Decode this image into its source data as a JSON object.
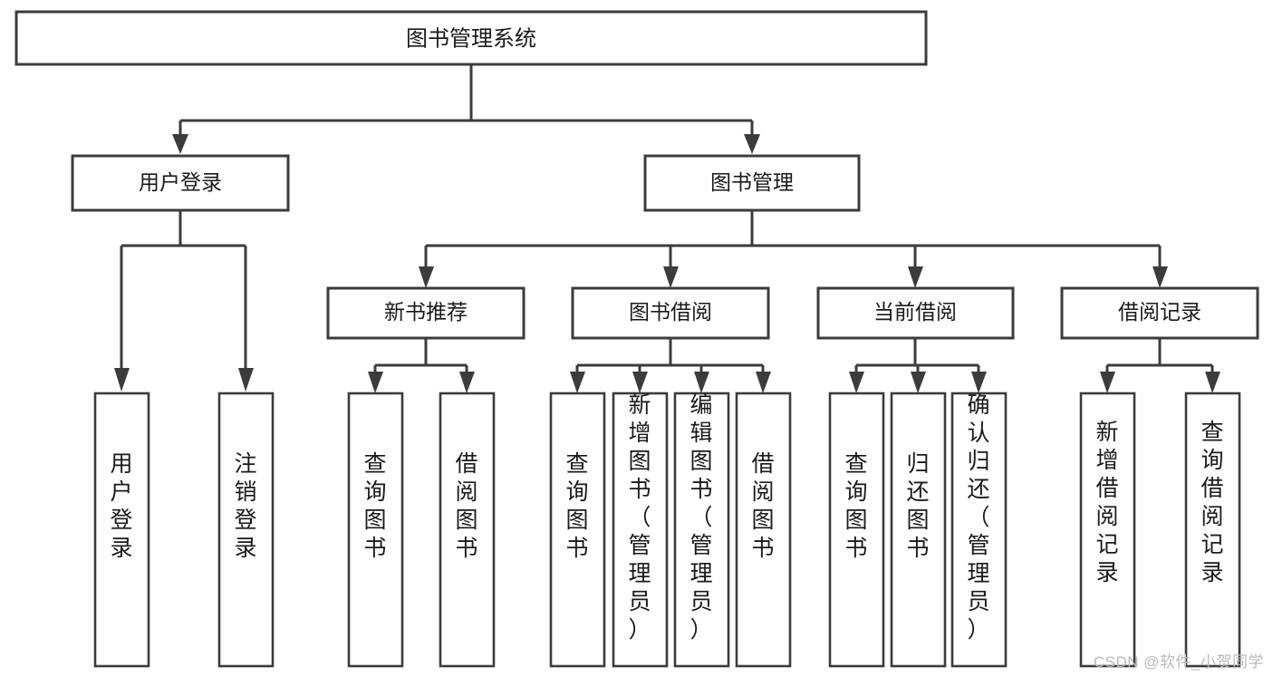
{
  "diagram": {
    "type": "tree-hierarchy",
    "title": "图书管理系统",
    "root": {
      "id": "root",
      "label": "图书管理系统"
    },
    "level1": [
      {
        "id": "user-login",
        "label": "用户登录"
      },
      {
        "id": "book-manage",
        "label": "图书管理"
      }
    ],
    "level2": [
      {
        "id": "new-book-rec",
        "label": "新书推荐",
        "parent": "book-manage"
      },
      {
        "id": "book-borrow",
        "label": "图书借阅",
        "parent": "book-manage"
      },
      {
        "id": "current-borrow",
        "label": "当前借阅",
        "parent": "book-manage"
      },
      {
        "id": "borrow-record",
        "label": "借阅记录",
        "parent": "book-manage"
      }
    ],
    "leaves": [
      {
        "id": "leaf-user-login",
        "label": "用户登录",
        "parent": "user-login"
      },
      {
        "id": "leaf-user-logout",
        "label": "注销登录",
        "parent": "user-login"
      },
      {
        "id": "leaf-query-book-1",
        "label": "查询图书",
        "parent": "new-book-rec"
      },
      {
        "id": "leaf-borrow-book-1",
        "label": "借阅图书",
        "parent": "new-book-rec"
      },
      {
        "id": "leaf-query-book-2",
        "label": "查询图书",
        "parent": "book-borrow"
      },
      {
        "id": "leaf-add-book",
        "label": "新增图书（管理员）",
        "parent": "book-borrow"
      },
      {
        "id": "leaf-edit-book",
        "label": "编辑图书（管理员）",
        "parent": "book-borrow"
      },
      {
        "id": "leaf-borrow-book-2",
        "label": "借阅图书",
        "parent": "book-borrow"
      },
      {
        "id": "leaf-query-book-3",
        "label": "查询图书",
        "parent": "current-borrow"
      },
      {
        "id": "leaf-return-book",
        "label": "归还图书",
        "parent": "current-borrow"
      },
      {
        "id": "leaf-confirm-return",
        "label": "确认归还（管理员）",
        "parent": "current-borrow"
      },
      {
        "id": "leaf-add-record",
        "label": "新增借阅记录",
        "parent": "borrow-record"
      },
      {
        "id": "leaf-query-record",
        "label": "查询借阅记录",
        "parent": "borrow-record"
      }
    ]
  },
  "watermark": {
    "text": "CSDN @软件_小贺同学"
  },
  "colors": {
    "box_border": "#3c3c3c",
    "box_fill": "#ffffff",
    "text": "#1a1a1a",
    "connector": "#3c3c3c",
    "watermark": "#b9b9b9",
    "background": "#ffffff"
  }
}
